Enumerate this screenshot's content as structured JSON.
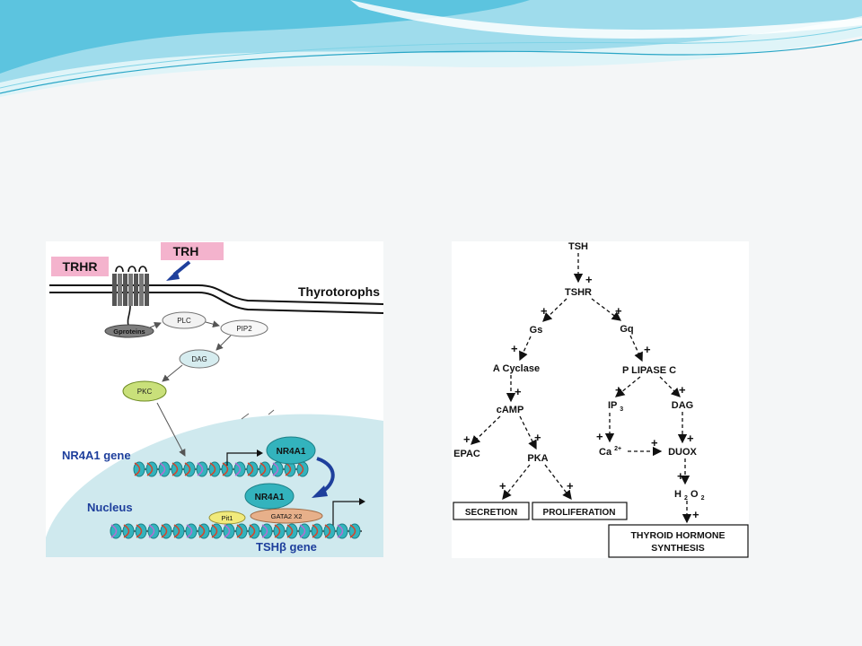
{
  "colors": {
    "wave_light": "#cdeef5",
    "wave_mid": "#7fd3e6",
    "wave_dark": "#2aa6c6",
    "nucleus": "#cfe9ee",
    "trh_box": "#f4b3cd",
    "arrow_blue": "#1e3f9c",
    "nr4a1": "#33b3bd",
    "pkc": "#c9e07a",
    "dag_oval": "#d6ecef",
    "gata2": "#e7b08a",
    "pit1": "#f1ea7c"
  },
  "left_diagram": {
    "trhr": "TRHR",
    "trh": "TRH",
    "thyrotrophs": "Thyrotorophs",
    "gproteins": "Gproteins",
    "plc": "PLC",
    "pip2": "PIP2",
    "dag": "DAG",
    "pkc": "PKC",
    "nr4a1_gene": "NR4A1 gene",
    "nr4a1_top": "NR4A1",
    "nr4a1_bottom": "NR4A1",
    "nucleus": "Nucleus",
    "pit1": "Pit1",
    "gata2": "GATA2 X2",
    "tshb_gene": "TSHβ gene"
  },
  "right_diagram": {
    "tsh": "TSH",
    "tshr": "TSHR",
    "gs": "Gs",
    "gq": "Gq",
    "a_cyclase": "A Cyclase",
    "p_lipase_c": "P LIPASE C",
    "camp": "cAMP",
    "ip3": "IP",
    "ip3_sub": "3",
    "dag": "DAG",
    "epac": "EPAC",
    "pka": "PKA",
    "ca": "Ca",
    "ca_sup": "2+",
    "duox": "DUOX",
    "h2o2_h": "H",
    "h2o2_2a": "2",
    "h2o2_o": "O",
    "h2o2_2b": "2",
    "secretion": "SECRETION",
    "proliferation": "PROLIFERATION",
    "thyroid_line1": "THYROID HORMONE",
    "thyroid_line2": "SYNTHESIS",
    "plus": "+"
  }
}
